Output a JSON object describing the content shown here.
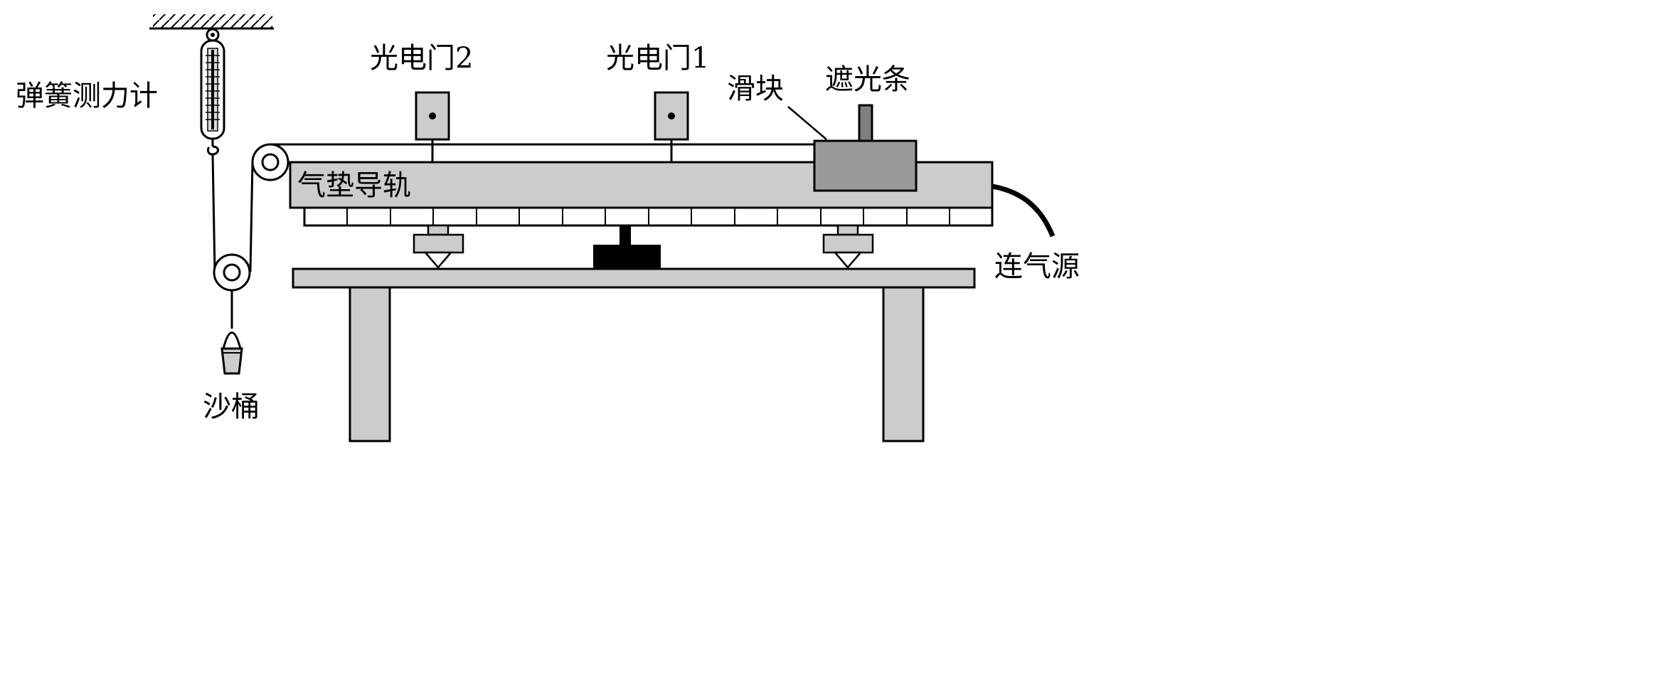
{
  "labels": {
    "spring_scale": "弹簧测力计",
    "photogate_2": "光电门2",
    "photogate_1": "光电门1",
    "slider": "滑块",
    "shading_strip": "遮光条",
    "air_track": "气垫导轨",
    "air_source": "连气源",
    "sand_bucket": "沙桶"
  },
  "colors": {
    "stroke": "#000000",
    "light_gray": "#cccccc",
    "slider_gray": "#999999",
    "strip_gray": "#808080",
    "base_black": "#000000"
  }
}
